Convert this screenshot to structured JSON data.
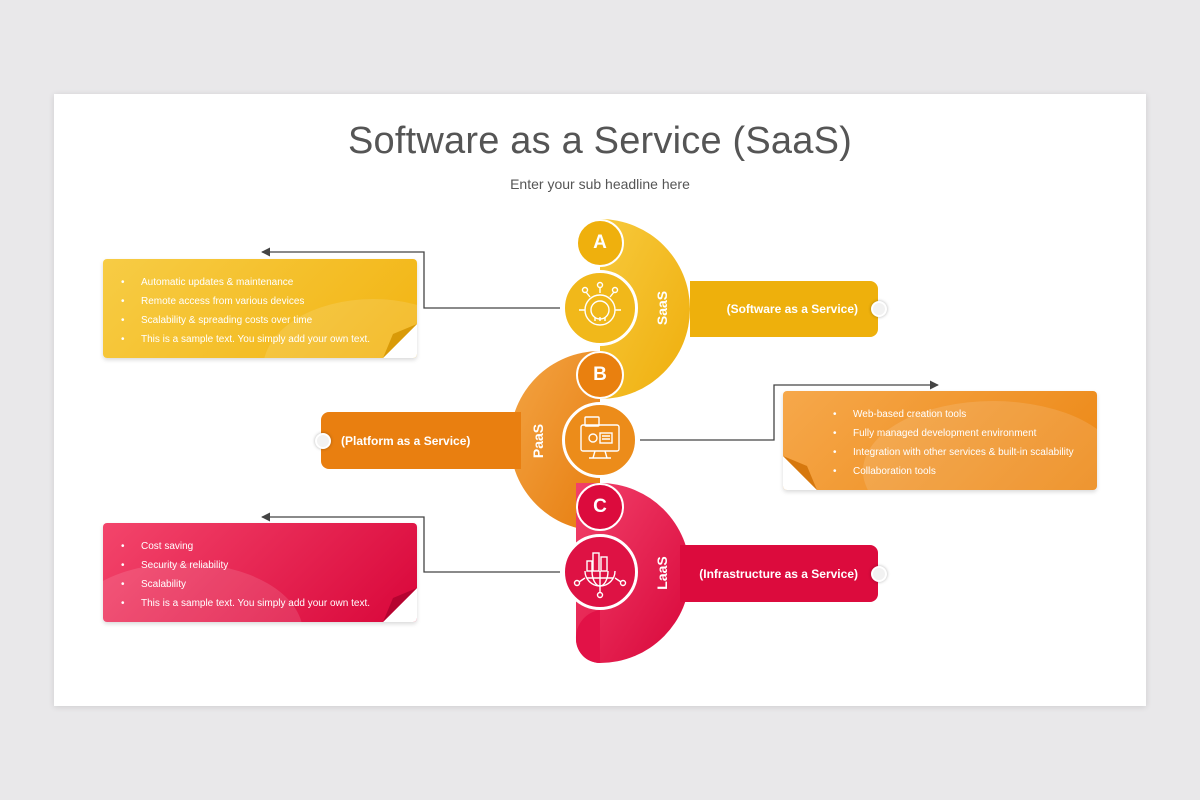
{
  "title": "Software as a Service (SaaS)",
  "subtitle": "Enter your sub headline here",
  "colors": {
    "saas": "#f2b412",
    "paas": "#ec8714",
    "iaas": "#d9063a",
    "connector": "#444444"
  },
  "sections": [
    {
      "letter": "A",
      "vertical_label": "SaaS",
      "label": "(Software as a Service)",
      "icon": "gear-network-icon",
      "bullets": [
        "Automatic updates & maintenance",
        "Remote access from various devices",
        "Scalability & spreading costs over time",
        "This is a sample text. You simply add your own text."
      ]
    },
    {
      "letter": "B",
      "vertical_label": "PaaS",
      "label": "(Platform as a Service)",
      "icon": "desktop-profile-icon",
      "bullets": [
        "Web-based creation tools",
        "Fully managed development environment",
        "Integration with other services & built-in scalability",
        "Collaboration tools"
      ]
    },
    {
      "letter": "C",
      "vertical_label": "LaaS",
      "label": "(Infrastructure as a Service)",
      "icon": "globe-city-network-icon",
      "bullets": [
        "Cost saving",
        "Security & reliability",
        "Scalability",
        "This is a sample text. You simply add your own text."
      ]
    }
  ]
}
